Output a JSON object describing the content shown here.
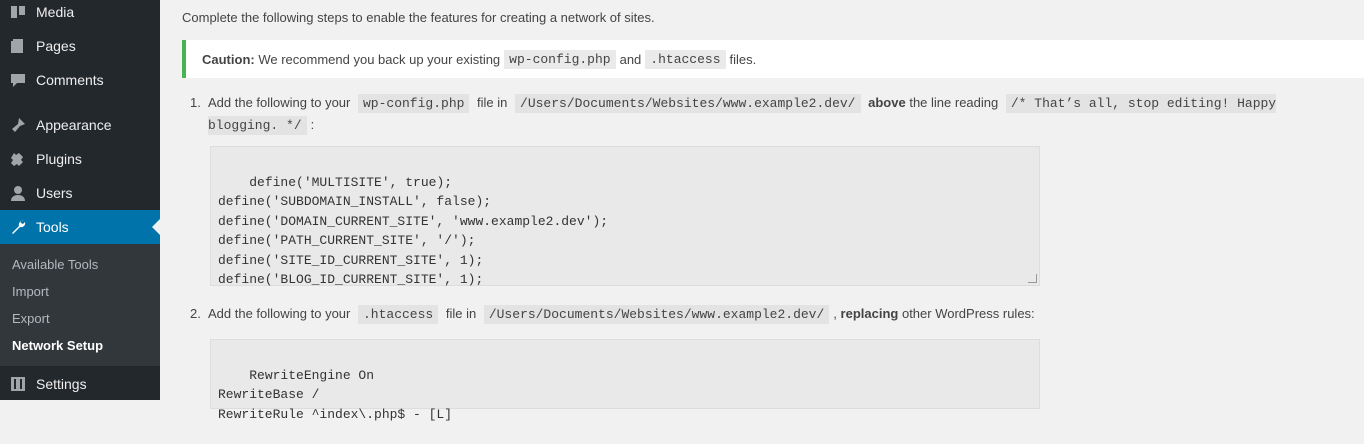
{
  "sidebar": {
    "items": [
      {
        "label": "Media",
        "icon": "media-icon"
      },
      {
        "label": "Pages",
        "icon": "pages-icon"
      },
      {
        "label": "Comments",
        "icon": "comments-icon"
      },
      {
        "label": "Appearance",
        "icon": "appearance-icon"
      },
      {
        "label": "Plugins",
        "icon": "plugins-icon"
      },
      {
        "label": "Users",
        "icon": "users-icon"
      },
      {
        "label": "Tools",
        "icon": "tools-icon"
      },
      {
        "label": "Settings",
        "icon": "settings-icon"
      }
    ],
    "submenu": [
      "Available Tools",
      "Import",
      "Export",
      "Network Setup"
    ]
  },
  "main": {
    "intro": "Complete the following steps to enable the features for creating a network of sites.",
    "caution": {
      "strong": "Caution:",
      "text1": "We recommend you back up your existing",
      "code1": "wp-config.php",
      "text2": "and",
      "code2": ".htaccess",
      "text3": "files."
    },
    "step1": {
      "num": "1.",
      "t1": "Add the following to your",
      "c1": "wp-config.php",
      "t2": "file in",
      "c2": "/Users/Documents/Websites/www.example2.dev/",
      "b1": "above",
      "t3": "the line reading",
      "c3": "/* That’s all, stop editing! Happy blogging. */",
      "t4": ":",
      "code": "define('MULTISITE', true);\ndefine('SUBDOMAIN_INSTALL', false);\ndefine('DOMAIN_CURRENT_SITE', 'www.example2.dev');\ndefine('PATH_CURRENT_SITE', '/');\ndefine('SITE_ID_CURRENT_SITE', 1);\ndefine('BLOG_ID_CURRENT_SITE', 1);"
    },
    "step2": {
      "num": "2.",
      "t1": "Add the following to your",
      "c1": ".htaccess",
      "t2": "file in",
      "c2": "/Users/Documents/Websites/www.example2.dev/",
      "t3": ",",
      "b1": "replacing",
      "t4": "other WordPress rules:",
      "code": "RewriteEngine On\nRewriteBase /\nRewriteRule ^index\\.php$ - [L]"
    }
  },
  "colors": {
    "sidebar": "#23282d",
    "submenu": "#32373c",
    "accent": "#0073aa",
    "success": "#46b450"
  }
}
